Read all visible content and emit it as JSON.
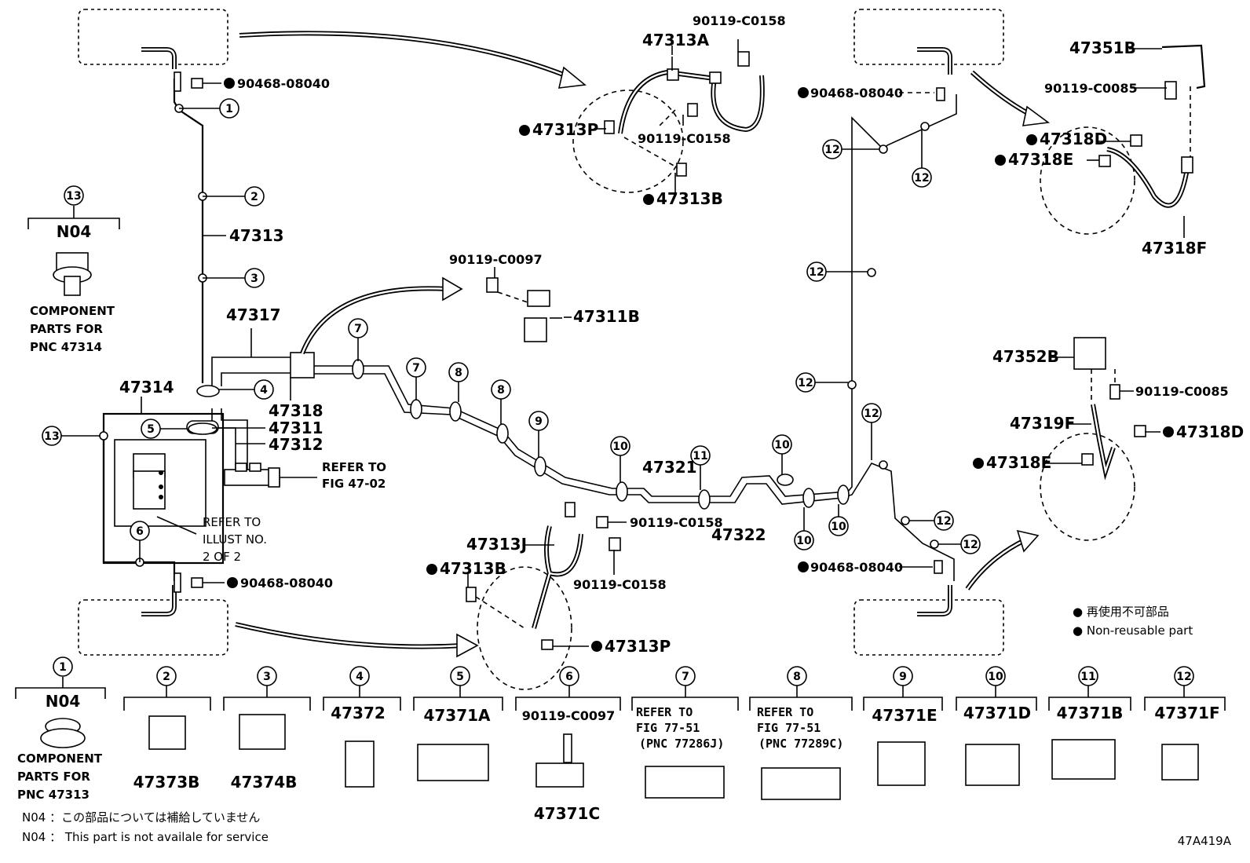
{
  "diagram_id": "47A419A",
  "legend": {
    "line1": "● 再使用不可部品",
    "line2": "● Non-reusable part"
  },
  "notes": {
    "n04_jp": "N04 ：この部品については補給していません",
    "n04_en": "N04 ： This part is not availale for service"
  },
  "component_top": {
    "ref": "13",
    "code": "N04",
    "lines": [
      "COMPONENT",
      "PARTS FOR",
      "PNC 47314"
    ]
  },
  "component_bottom": {
    "ref": "1",
    "code": "N04",
    "lines": [
      "COMPONENT",
      "PARTS FOR",
      "PNC 47313"
    ]
  },
  "labels": {
    "l_90468_a": "90468-08040",
    "l_90468_b": "90468-08040",
    "l_90468_c": "90468-08040",
    "l_90468_d": "90468-08040",
    "l_47313": "47313",
    "l_47317": "47317",
    "l_47314": "47314",
    "l_47318": "47318",
    "l_47311": "47311",
    "l_47312": "47312",
    "refer_47_02_a": "REFER TO",
    "refer_47_02_b": "FIG 47-02",
    "refer_illust_a": "REFER TO",
    "refer_illust_b": "ILLUST NO.",
    "refer_illust_c": "2 OF 2",
    "l_47321": "47321",
    "l_47322": "47322",
    "l_47313A": "47313A",
    "l_90119_C0158_a": "90119-C0158",
    "l_90119_C0158_b": "90119-C0158",
    "l_47313P_a": "47313P",
    "l_47313B_a": "47313B",
    "l_90119_C0097_a": "90119-C0097",
    "l_47311B": "47311B",
    "l_47313J": "47313J",
    "l_47313B_b": "47313B",
    "l_90119_C0158_c": "90119-C0158",
    "l_90119_C0158_d": "90119-C0158",
    "l_47313P_b": "47313P",
    "l_47351B": "47351B",
    "l_90119_C0085_a": "90119-C0085",
    "l_47318D_a": "47318D",
    "l_47318E_a": "47318E",
    "l_47318F": "47318F",
    "l_47352B": "47352B",
    "l_90119_C0085_b": "90119-C0085",
    "l_47319F": "47319F",
    "l_47318D_b": "47318D",
    "l_47318E_b": "47318E"
  },
  "callouts": [
    "1",
    "2",
    "3",
    "4",
    "5",
    "6",
    "7",
    "8",
    "9",
    "10",
    "10",
    "10",
    "10",
    "11",
    "12",
    "12",
    "12",
    "12",
    "12",
    "12",
    "12",
    "13"
  ],
  "bottom_parts": [
    {
      "ref": "2",
      "header": "",
      "part": "47373B"
    },
    {
      "ref": "3",
      "header": "",
      "part": "47374B"
    },
    {
      "ref": "4",
      "header": "47372",
      "part": ""
    },
    {
      "ref": "5",
      "header": "47371A",
      "part": ""
    },
    {
      "ref": "6",
      "header": "90119-C0097",
      "part": "47371C"
    },
    {
      "ref": "7",
      "header": "REFER TO",
      "header2": "FIG 77-51",
      "header3": "(PNC 77286J)",
      "part": ""
    },
    {
      "ref": "8",
      "header": "REFER TO",
      "header2": "FIG 77-51",
      "header3": "(PNC 77289C)",
      "part": ""
    },
    {
      "ref": "9",
      "header": "47371E",
      "part": ""
    },
    {
      "ref": "10",
      "header": "47371D",
      "part": ""
    },
    {
      "ref": "11",
      "header": "47371B",
      "part": ""
    },
    {
      "ref": "12",
      "header": "47371F",
      "part": ""
    }
  ]
}
